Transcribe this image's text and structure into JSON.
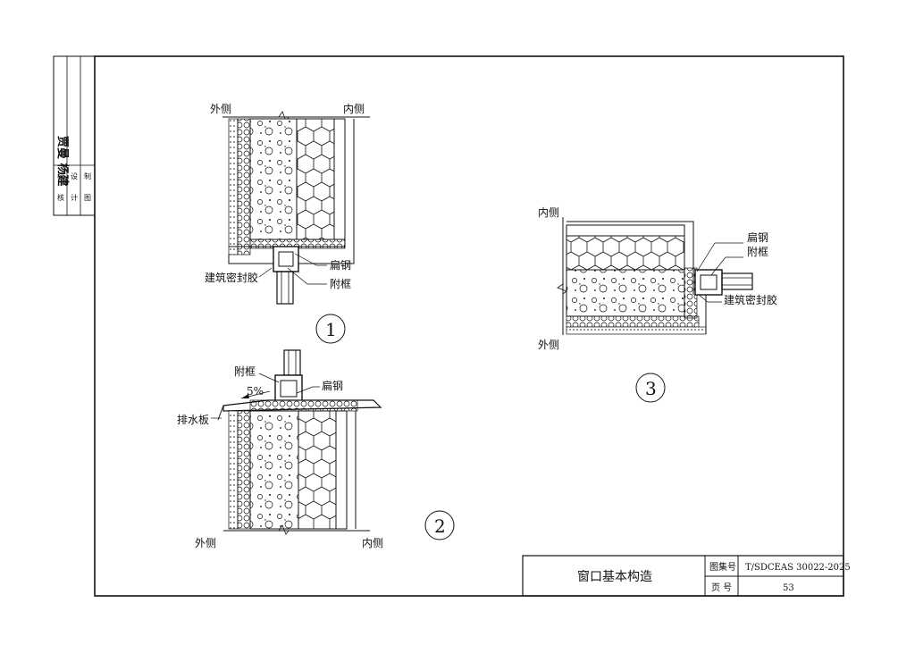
{
  "side_block": {
    "signature_text": "贾曼 杨建",
    "roles": [
      "校",
      "核",
      "设",
      "计",
      "制",
      "图"
    ]
  },
  "detail1": {
    "outside_label": "外侧",
    "inside_label": "内侧",
    "flat_steel_label": "扁钢",
    "sub_frame_label": "附框",
    "sealant_label": "建筑密封胶",
    "number": "1"
  },
  "detail2": {
    "outside_label": "外侧",
    "inside_label": "内侧",
    "sub_frame_label": "附框",
    "flat_steel_label": "扁钢",
    "slope_label": "5%",
    "drain_board_label": "排水板",
    "number": "2"
  },
  "detail3": {
    "inside_label": "内侧",
    "outside_label": "外侧",
    "flat_steel_label": "扁钢",
    "sub_frame_label": "附框",
    "sealant_label": "建筑密封胶",
    "number": "3"
  },
  "title_block": {
    "drawing_title": "窗口基本构造",
    "atlas_no_label": "图集号",
    "atlas_no_value": "T/SDCEAS 30022-2025",
    "page_label": "页 号",
    "page_value": "53"
  }
}
